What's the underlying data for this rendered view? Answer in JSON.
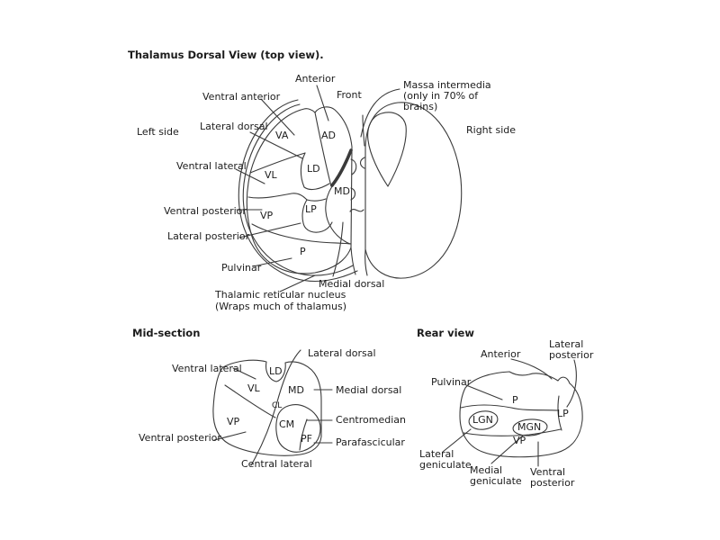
{
  "colors": {
    "background": "#ffffff",
    "line": "#3a3a3a",
    "text": "#1c1c1c"
  },
  "dorsal_view": {
    "title": "Thalamus Dorsal View (top view).",
    "labels": {
      "anterior": "Anterior",
      "front": "Front",
      "ventral_anterior": "Ventral anterior",
      "massa_intermedia": [
        "Massa intermedia",
        "(only in 70% of",
        "brains)"
      ],
      "left_side": "Left side",
      "right_side": "Right side",
      "lateral_dorsal": "Lateral dorsal",
      "ventral_lateral": "Ventral lateral",
      "ventral_posterior": "Ventral posterior",
      "lateral_posterior": "Lateral posterior",
      "pulvinar": "Pulvinar",
      "medial_dorsal": "Medial dorsal",
      "reticular": [
        "Thalamic reticular nucleus",
        "(Wraps much of thalamus)"
      ]
    },
    "regions": {
      "va": "VA",
      "ad": "AD",
      "ld": "LD",
      "vl": "VL",
      "md": "MD",
      "vp": "VP",
      "lp": "LP",
      "p": "P"
    }
  },
  "mid_section": {
    "title": "Mid-section",
    "labels": {
      "ventral_lateral": "Ventral lateral",
      "lateral_dorsal": "Lateral dorsal",
      "medial_dorsal": "Medial dorsal",
      "centromedian": "Centromedian",
      "parafascicular": "Parafascicular",
      "ventral_posterior": "Ventral posterior",
      "central_lateral": "Central lateral"
    },
    "regions": {
      "ld": "LD",
      "vl": "VL",
      "md": "MD",
      "cl": "CL",
      "cm": "CM",
      "pf": "PF",
      "vp": "VP"
    }
  },
  "rear_view": {
    "title": "Rear view",
    "labels": {
      "anterior": "Anterior",
      "lateral_posterior": [
        "Lateral",
        "posterior"
      ],
      "pulvinar": "Pulvinar",
      "lateral_geniculate": [
        "Lateral",
        "geniculate"
      ],
      "medial_geniculate": [
        "Medial",
        "geniculate"
      ],
      "ventral_posterior": [
        "Ventral",
        "posterior"
      ]
    },
    "regions": {
      "p": "P",
      "lgn": "LGN",
      "mgn": "MGN",
      "lp": "LP",
      "vp": "VP"
    }
  }
}
